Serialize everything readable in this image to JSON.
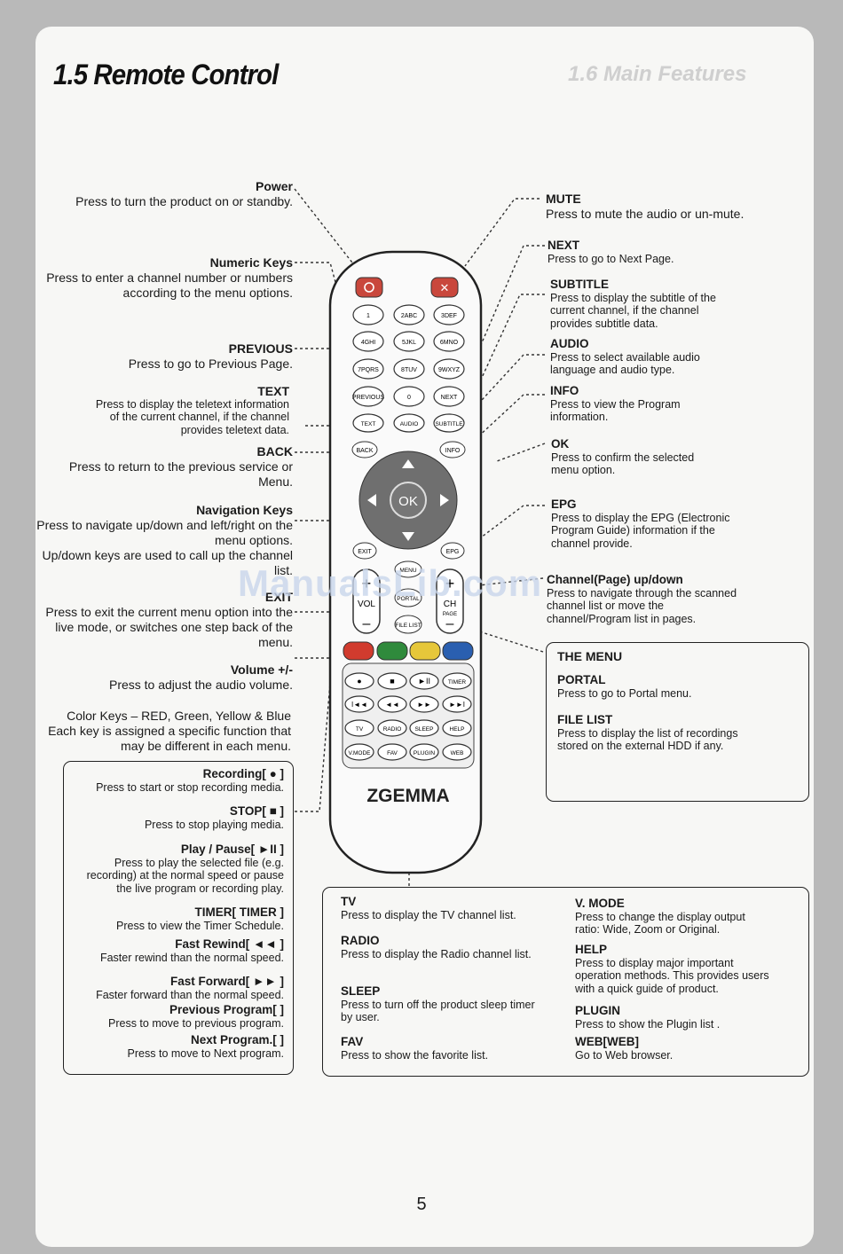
{
  "section_title": "1.5 Remote Control",
  "page_number": "5",
  "watermark": "ManualsLib.com",
  "background_ghost_title": "1.6 Main Features",
  "left_labels": [
    {
      "heading": "Power",
      "desc": "Press to turn the product on or standby."
    },
    {
      "heading": "Numeric Keys",
      "desc": "Press to enter a channel number or numbers according to the menu options."
    },
    {
      "heading": "PREVIOUS",
      "desc": "Press to go to Previous Page."
    },
    {
      "heading": "TEXT",
      "desc": "Press to display the teletext information of the current channel, if the channel provides teletext data."
    },
    {
      "heading": "BACK",
      "desc": "Press to return to the previous service or Menu."
    },
    {
      "heading": "Navigation Keys",
      "desc": "Press to navigate up/down and left/right on the menu options.",
      "desc2": "Up/down keys are used to call up the channel list."
    },
    {
      "heading": "EXIT",
      "desc": "Press to exit the current menu option into the live mode, or switches one step back of the menu."
    },
    {
      "heading": "Volume +/-",
      "desc": "Press to adjust the audio volume."
    },
    {
      "heading": "Color Keys",
      "desc": "Color Keys – RED, Green, Yellow & Blue Each key is assigned a specific function that may be different in each menu."
    }
  ],
  "right_labels": [
    {
      "heading": "MUTE",
      "desc": "Press to mute the audio or un-mute."
    },
    {
      "heading": "NEXT",
      "desc": "Press to go to Next Page."
    },
    {
      "heading": "SUBTITLE",
      "desc": "Press to display the subtitle of the current channel, if the channel provides subtitle data."
    },
    {
      "heading": "AUDIO",
      "desc": "Press to select available audio language and audio type."
    },
    {
      "heading": "INFO",
      "desc": "Press to view the Program information."
    },
    {
      "heading": "OK",
      "desc": "Press to confirm the selected menu option."
    },
    {
      "heading": "EPG",
      "desc": "Press to display the EPG (Electronic Program Guide) information if the channel provide."
    },
    {
      "heading": "Channel(Page) up/down",
      "desc": "Press to navigate through the scanned channel list or move the channel/Program list in pages."
    }
  ],
  "menu_box": {
    "title": "THE MENU",
    "items": [
      {
        "heading": "PORTAL",
        "desc": "Press to go to Portal menu."
      },
      {
        "heading": "FILE LIST",
        "desc": "Press to display the list of recordings stored on the external HDD if any."
      }
    ]
  },
  "playback_box": [
    {
      "heading": "Recording[ ● ]",
      "desc": "Press to start or stop recording media."
    },
    {
      "heading": "STOP[ ■ ]",
      "desc": "Press to stop playing media."
    },
    {
      "heading": "Play / Pause[ ►II ]",
      "desc": "Press to play the selected file (e.g. recording) at the normal speed or pause the live program or recording play."
    },
    {
      "heading": "TIMER[ TIMER ]",
      "desc": "Press to view the Timer Schedule."
    },
    {
      "heading": "Fast Rewind[ ◄◄ ]",
      "desc": "Faster rewind than the normal speed."
    },
    {
      "heading": "Fast Forward[ ►► ]",
      "desc": "Faster forward than the normal speed."
    },
    {
      "heading": "Previous Program[ ]",
      "desc": "Press to move to previous program."
    },
    {
      "heading": "Next Program.[ ]",
      "desc": "Press to move to Next program."
    }
  ],
  "bottom_box": {
    "left": [
      {
        "heading": "TV",
        "desc": "Press to display the TV channel list."
      },
      {
        "heading": "RADIO",
        "desc": "Press to display the Radio channel list."
      },
      {
        "heading": "SLEEP",
        "desc": "Press to turn off the product sleep timer by user."
      },
      {
        "heading": "FAV",
        "desc": "Press to show the favorite list."
      }
    ],
    "right": [
      {
        "heading": "V. MODE",
        "desc": "Press to change the display output ratio: Wide, Zoom or Original."
      },
      {
        "heading": "HELP",
        "desc": "Press to display major important operation methods. This provides users with a quick guide of product."
      },
      {
        "heading": "PLUGIN",
        "desc": "Press to show the Plugin list ."
      },
      {
        "heading": "WEB[WEB]",
        "desc": "Go to Web browser."
      }
    ]
  },
  "remote": {
    "brand": "ZGEMMA",
    "num_keys": [
      "1",
      "2ABC",
      "3DEF",
      "4GHI",
      "5JKL",
      "6MNO",
      "7PQRS",
      "8TUV",
      "9WXYZ",
      "PREVIOUS",
      "0",
      "NEXT"
    ],
    "row_text": [
      "TEXT",
      "AUDIO",
      "SUBTITLE"
    ],
    "back": "BACK",
    "info": "INFO",
    "ok": "OK",
    "exit": "EXIT",
    "epg": "EPG",
    "menu": "MENU",
    "portal": "PORTAL",
    "file_list": "FILE LIST",
    "vol": "VOL",
    "ch": "CH",
    "page": "PAGE",
    "timer": "TIMER",
    "row_func1": [
      "TV",
      "RADIO",
      "SLEEP",
      "HELP"
    ],
    "row_func2": [
      "V.MODE",
      "FAV",
      "PLUGIN",
      "WEB"
    ],
    "color_keys": [
      "#d13b2e",
      "#2f8a3c",
      "#e6c73a",
      "#2a5fb0"
    ]
  }
}
